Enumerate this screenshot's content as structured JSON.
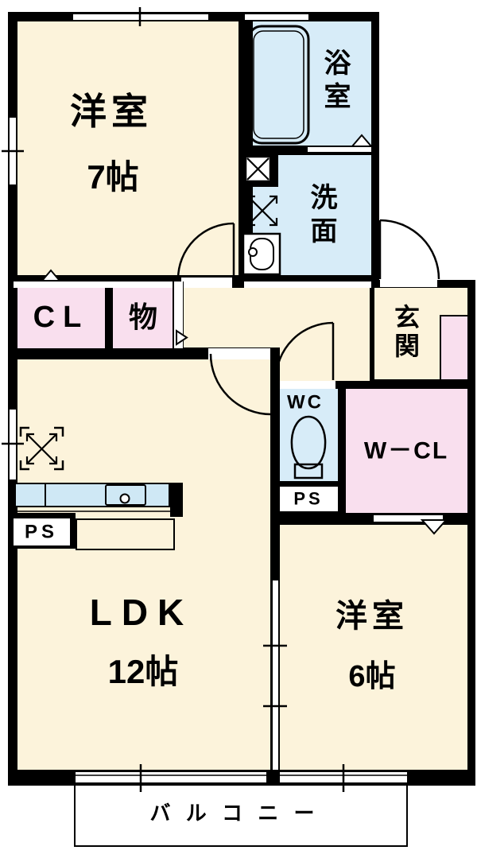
{
  "title": "apartment-floor-plan",
  "rooms": {
    "western7": {
      "label": "洋室",
      "size": "7帖"
    },
    "bath": {
      "label": "浴室"
    },
    "washroom": {
      "label": "洗面"
    },
    "closet": {
      "label": "CL"
    },
    "storage": {
      "label": "物"
    },
    "entrance": {
      "label": "玄関"
    },
    "toilet": {
      "label": "WC"
    },
    "walkin_closet": {
      "label": "W－CL"
    },
    "pipe_space_wc": {
      "label": "PS"
    },
    "pipe_space_kitchen": {
      "label": "PS"
    },
    "ldk": {
      "label": "LDK",
      "size": "12帖"
    },
    "western6": {
      "label": "洋室",
      "size": "6帖"
    },
    "balcony": {
      "label": "バ ル コ ニ ー"
    }
  },
  "symbols": [
    "bathtub-icon",
    "washing-machine-icon",
    "laundry-space-arrows-icon",
    "washbasin-icon",
    "toilet-icon",
    "refrigerator-space-icon",
    "kitchen-sink-icon",
    "door-swing-arc",
    "window-band",
    "sliding-partition"
  ],
  "colors": {
    "wall": "#000000",
    "cream": "#fcf3db",
    "blue": "#d7ecf8",
    "pink": "#f9dfee",
    "counter": "#cfe8f5",
    "bg": "#ffffff"
  }
}
